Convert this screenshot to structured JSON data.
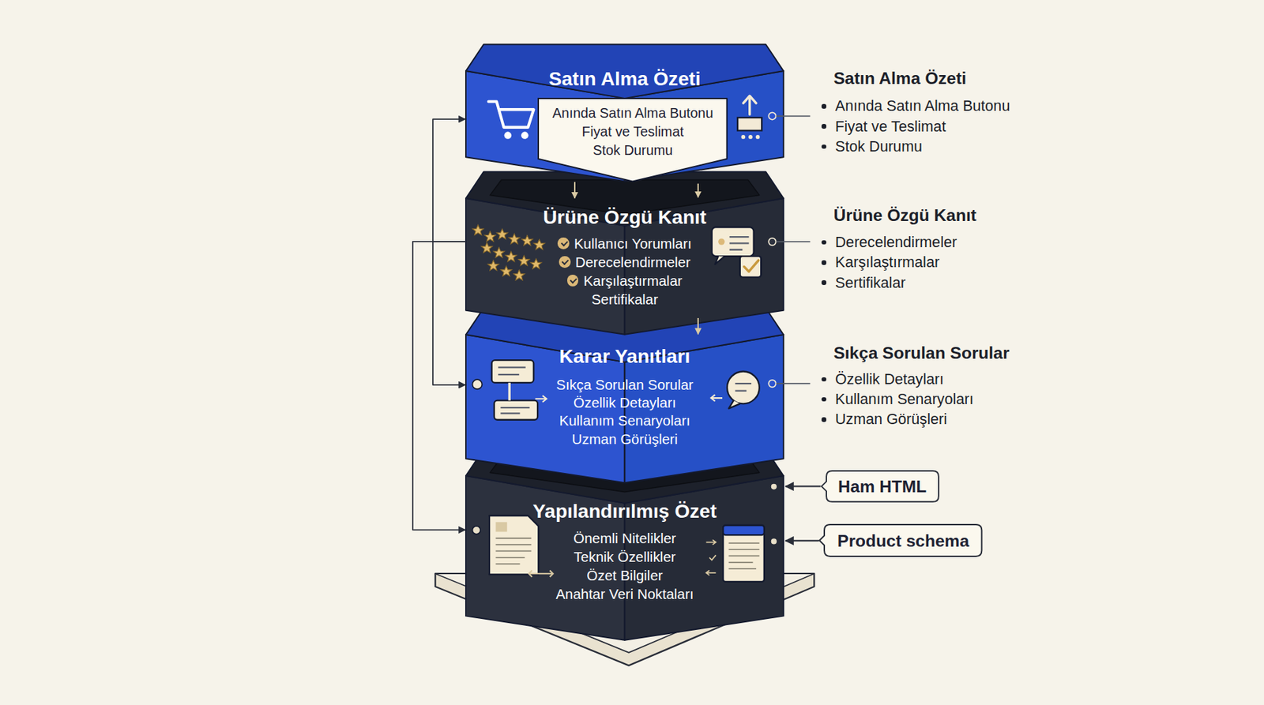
{
  "diagram": {
    "nodes": [
      {
        "text": [
          "Satın Alma Özeti"
        ]
      },
      {
        "text": [
          "Anında Satın Alma Butonu",
          "Fiyat ve Teslimat",
          "Stok Durumu"
        ],
        "in": 0
      },
      {
        "text": [
          "Ürüne Özgü Kanıt",
          "Kullanıcı Yorumları",
          "Derecelendirmeler",
          "Karşılaştırmalar",
          "Sertifikalar"
        ]
      },
      {
        "text": [
          "Karar Yanıtları",
          "Sıkça Sorulan Sorular",
          "Özellik Detayları",
          "Kullanım Senaryoları",
          "Uzman Görüşleri"
        ]
      },
      {
        "text": [
          "Yapılandırılmış Özet",
          "Önemli Nitelikler",
          "Teknik Özellikler",
          "Özet Bilgiler",
          "Anahtar Veri Noktaları"
        ]
      },
      {
        "text": [
          "Ham HTML"
        ]
      },
      {
        "text": [
          "Product schema"
        ]
      }
    ],
    "edges": [
      {
        "from": 2,
        "to": 0,
        "arrow": "to"
      },
      {
        "from": 2,
        "to": 3,
        "arrow": "to"
      },
      {
        "from": 2,
        "to": 4,
        "arrow": "to"
      },
      {
        "from": 0,
        "to": 2,
        "arrow": "to"
      },
      {
        "from": 0,
        "to": 2,
        "arrow": "to"
      },
      {
        "from": 2,
        "to": 3,
        "arrow": "to"
      },
      {
        "from": 5,
        "to": 4,
        "arrow": "to"
      },
      {
        "from": 6,
        "to": 4,
        "arrow": "to"
      }
    ],
    "labels": [
      "Satın Alma Özeti",
      "Anında Satın Alma Butonu",
      "Fiyat ve Teslimat",
      "Stok Durumu",
      "Ürüne Özgü Kanıt",
      "Derecelendirmeler",
      "Karşılaştırmalar",
      "Sertifikalar",
      "Sıkça Sorulan Sorular",
      "Özellik Detayları",
      "Kullanım Senaryoları",
      "Uzman Görüşleri"
    ]
  }
}
